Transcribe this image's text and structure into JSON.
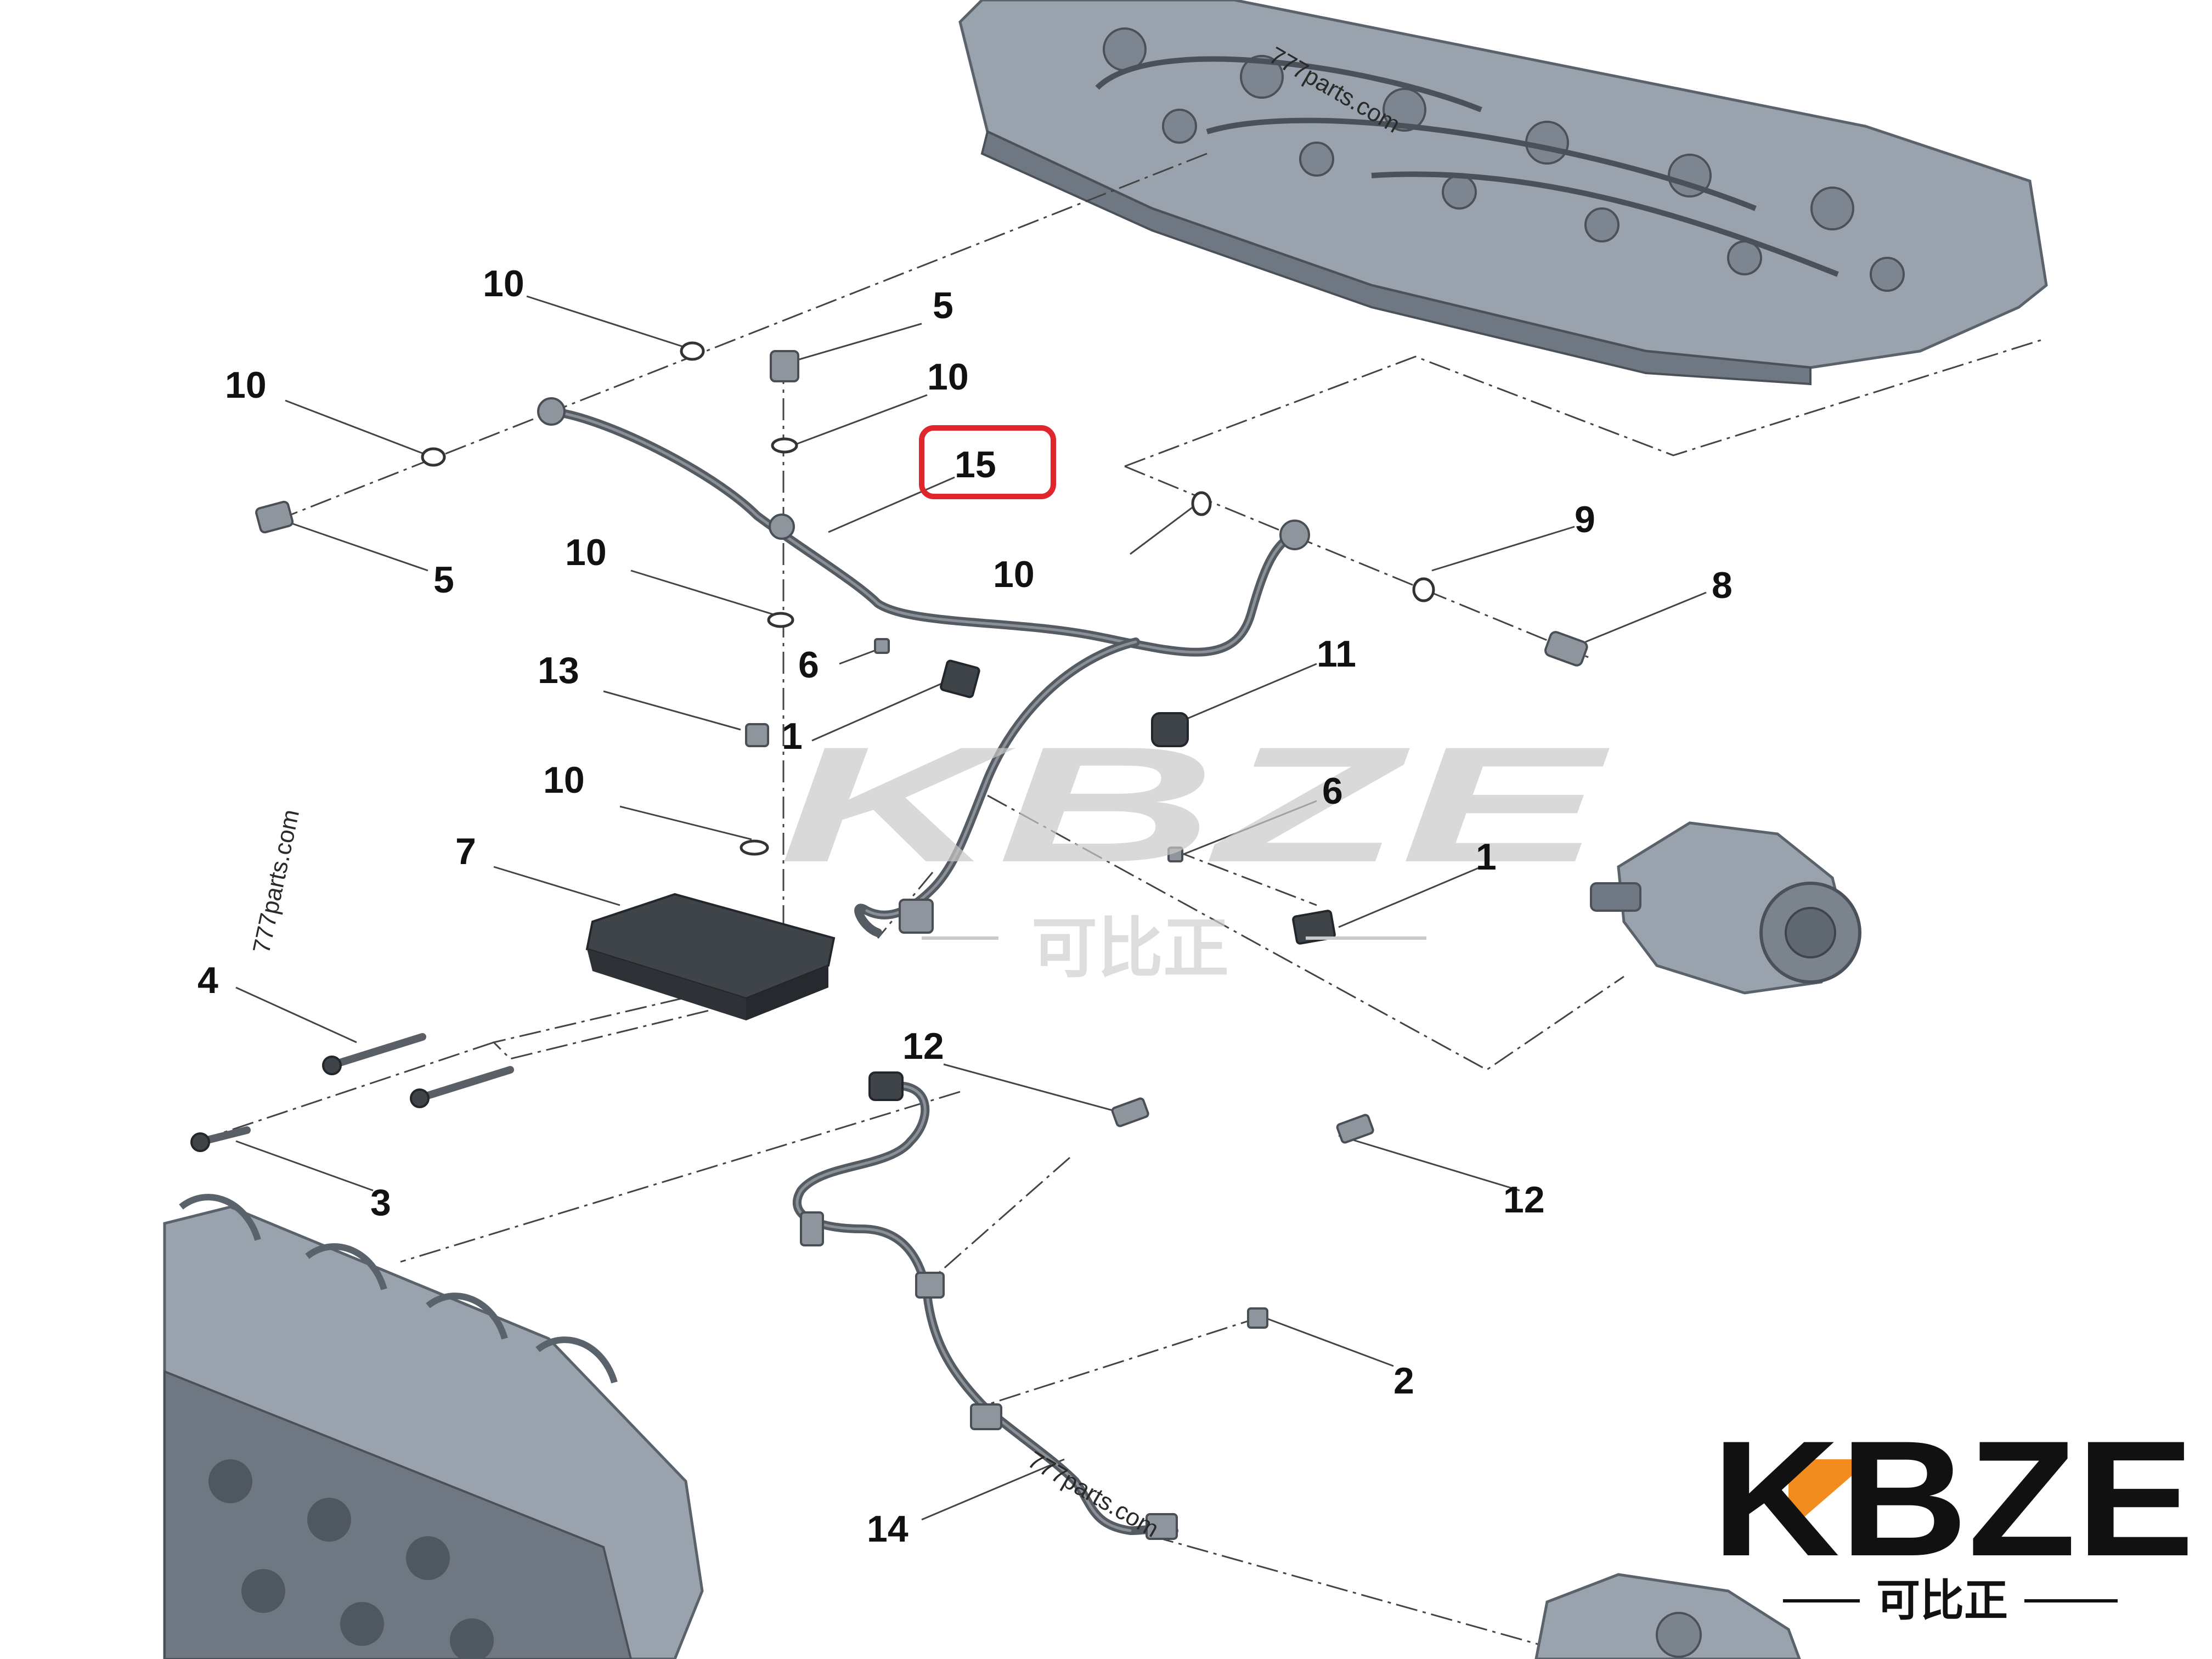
{
  "callouts": [
    {
      "id": "c10a",
      "label": "10"
    },
    {
      "id": "c5a",
      "label": "5"
    },
    {
      "id": "c10b",
      "label": "10"
    },
    {
      "id": "c10c",
      "label": "10"
    },
    {
      "id": "c15",
      "label": "15",
      "highlighted": true
    },
    {
      "id": "c5b",
      "label": "5"
    },
    {
      "id": "c10d",
      "label": "10"
    },
    {
      "id": "c10e",
      "label": "10"
    },
    {
      "id": "c9",
      "label": "9"
    },
    {
      "id": "c8",
      "label": "8"
    },
    {
      "id": "c13",
      "label": "13"
    },
    {
      "id": "c6a",
      "label": "6"
    },
    {
      "id": "c1a",
      "label": "1"
    },
    {
      "id": "c11",
      "label": "11"
    },
    {
      "id": "c10f",
      "label": "10"
    },
    {
      "id": "c6b",
      "label": "6"
    },
    {
      "id": "c7",
      "label": "7"
    },
    {
      "id": "c1b",
      "label": "1"
    },
    {
      "id": "c4",
      "label": "4"
    },
    {
      "id": "c12a",
      "label": "12"
    },
    {
      "id": "c3",
      "label": "3"
    },
    {
      "id": "c12b",
      "label": "12"
    },
    {
      "id": "c2",
      "label": "2"
    },
    {
      "id": "c14",
      "label": "14"
    }
  ],
  "watermark": {
    "brand": "KBZE",
    "chinese": "可比正"
  },
  "site_watermarks": [
    "777parts.com",
    "777parts.com",
    "777parts.com"
  ],
  "brand_logo": {
    "name": "KBZE",
    "tagline": "可比正"
  },
  "colors": {
    "highlight_box": "#e0262d",
    "logo_accent": "#f28c1e"
  }
}
